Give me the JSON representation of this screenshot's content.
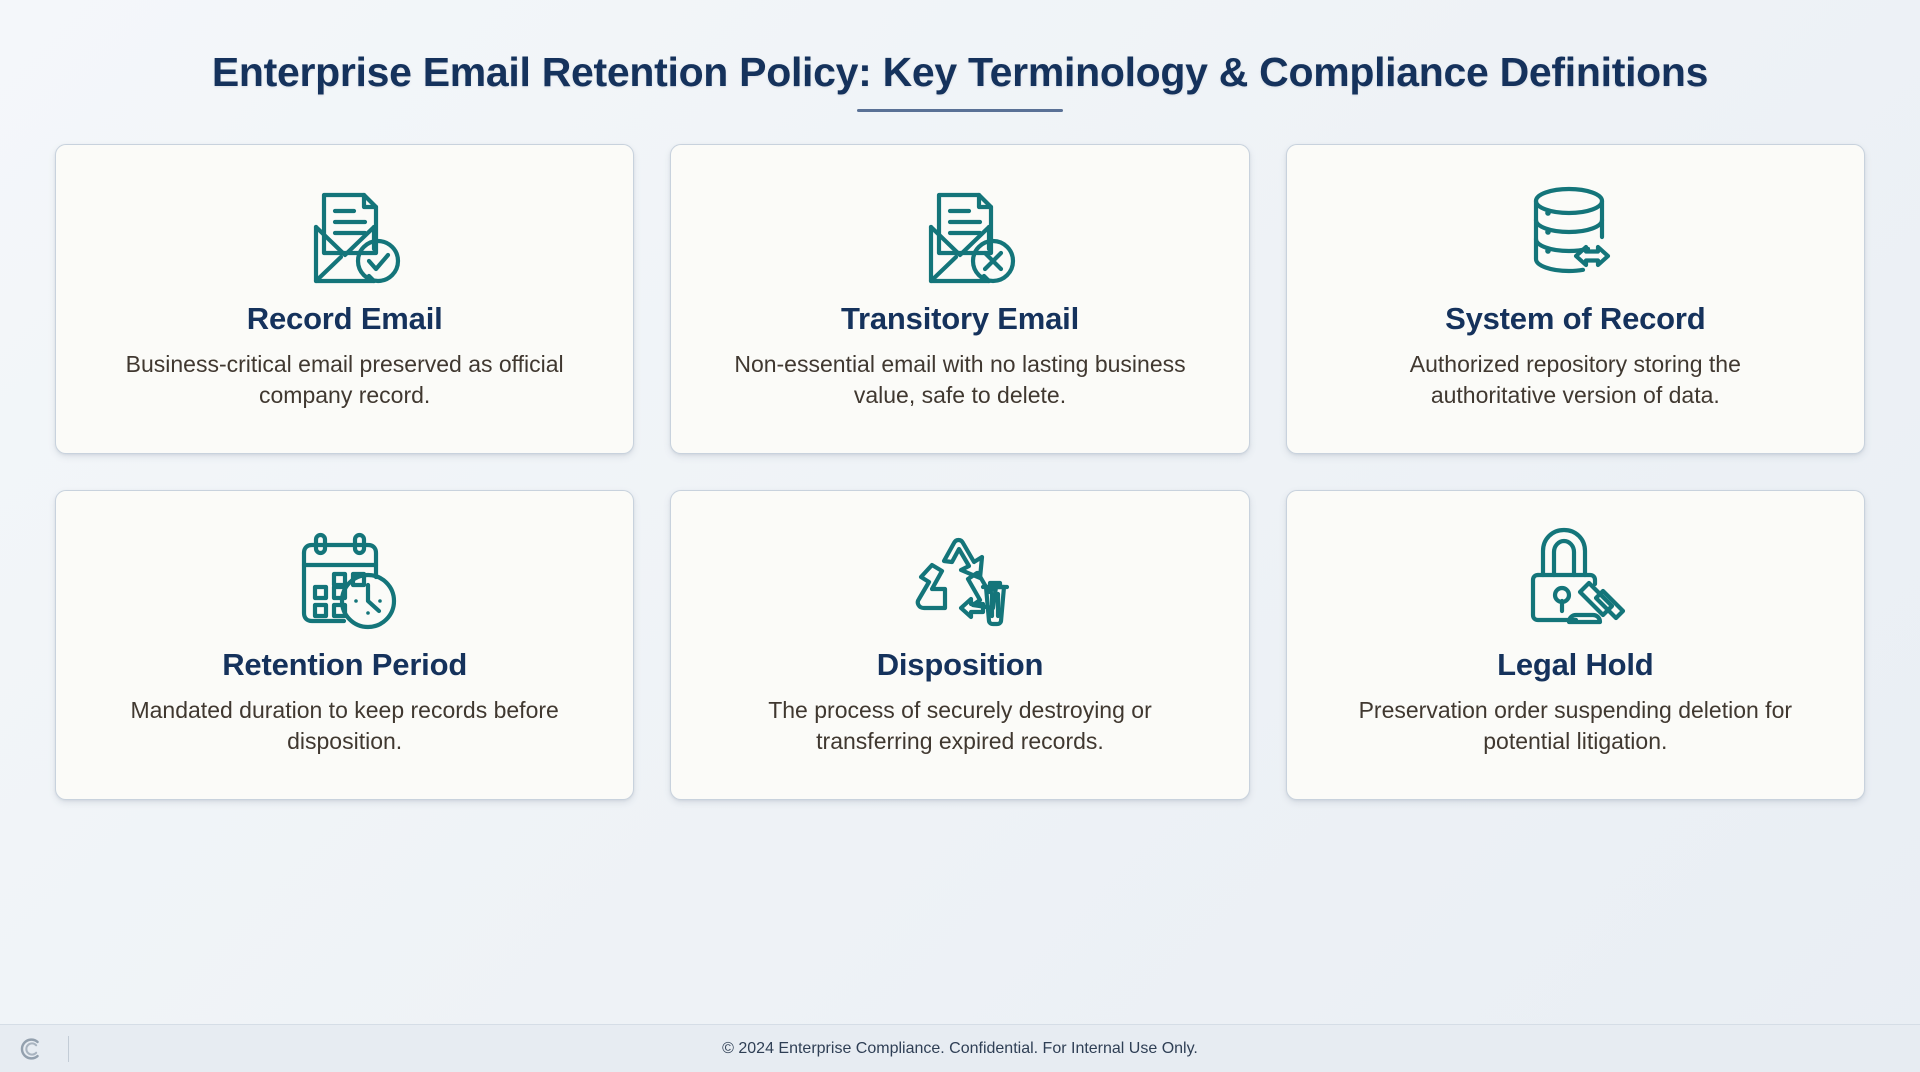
{
  "header": {
    "title": "Enterprise Email Retention Policy: Key Terminology & Compliance Definitions",
    "accent_color": "#15325c",
    "rule_color": "#5a7196"
  },
  "theme": {
    "icon_color": "#14757a",
    "title_color": "#15325c",
    "body_text_color": "#403830",
    "card_background": "#fbfbf8",
    "card_border": "#c8d2dd",
    "page_background": "#eef2f6",
    "footer_background": "#e7ecf2"
  },
  "cards": [
    {
      "icon": "envelope-document-check-icon",
      "title": "Record Email",
      "description": "Business-critical email preserved as official company record."
    },
    {
      "icon": "envelope-document-x-icon",
      "title": "Transitory Email",
      "description": "Non-essential email with no lasting business value, safe to delete."
    },
    {
      "icon": "database-exchange-icon",
      "title": "System of Record",
      "description": "Authorized repository storing the authoritative version of data."
    },
    {
      "icon": "calendar-clock-icon",
      "title": "Retention Period",
      "description": "Mandated duration to keep records before disposition."
    },
    {
      "icon": "recycle-trash-icon",
      "title": "Disposition",
      "description": "The process of securely destroying or transferring expired records."
    },
    {
      "icon": "padlock-gavel-icon",
      "title": "Legal Hold",
      "description": "Preservation order suspending deletion for potential litigation."
    }
  ],
  "footer": {
    "logo": "c-monogram-logo",
    "copyright": "© 2024 Enterprise Compliance. Confidential. For Internal Use Only."
  }
}
